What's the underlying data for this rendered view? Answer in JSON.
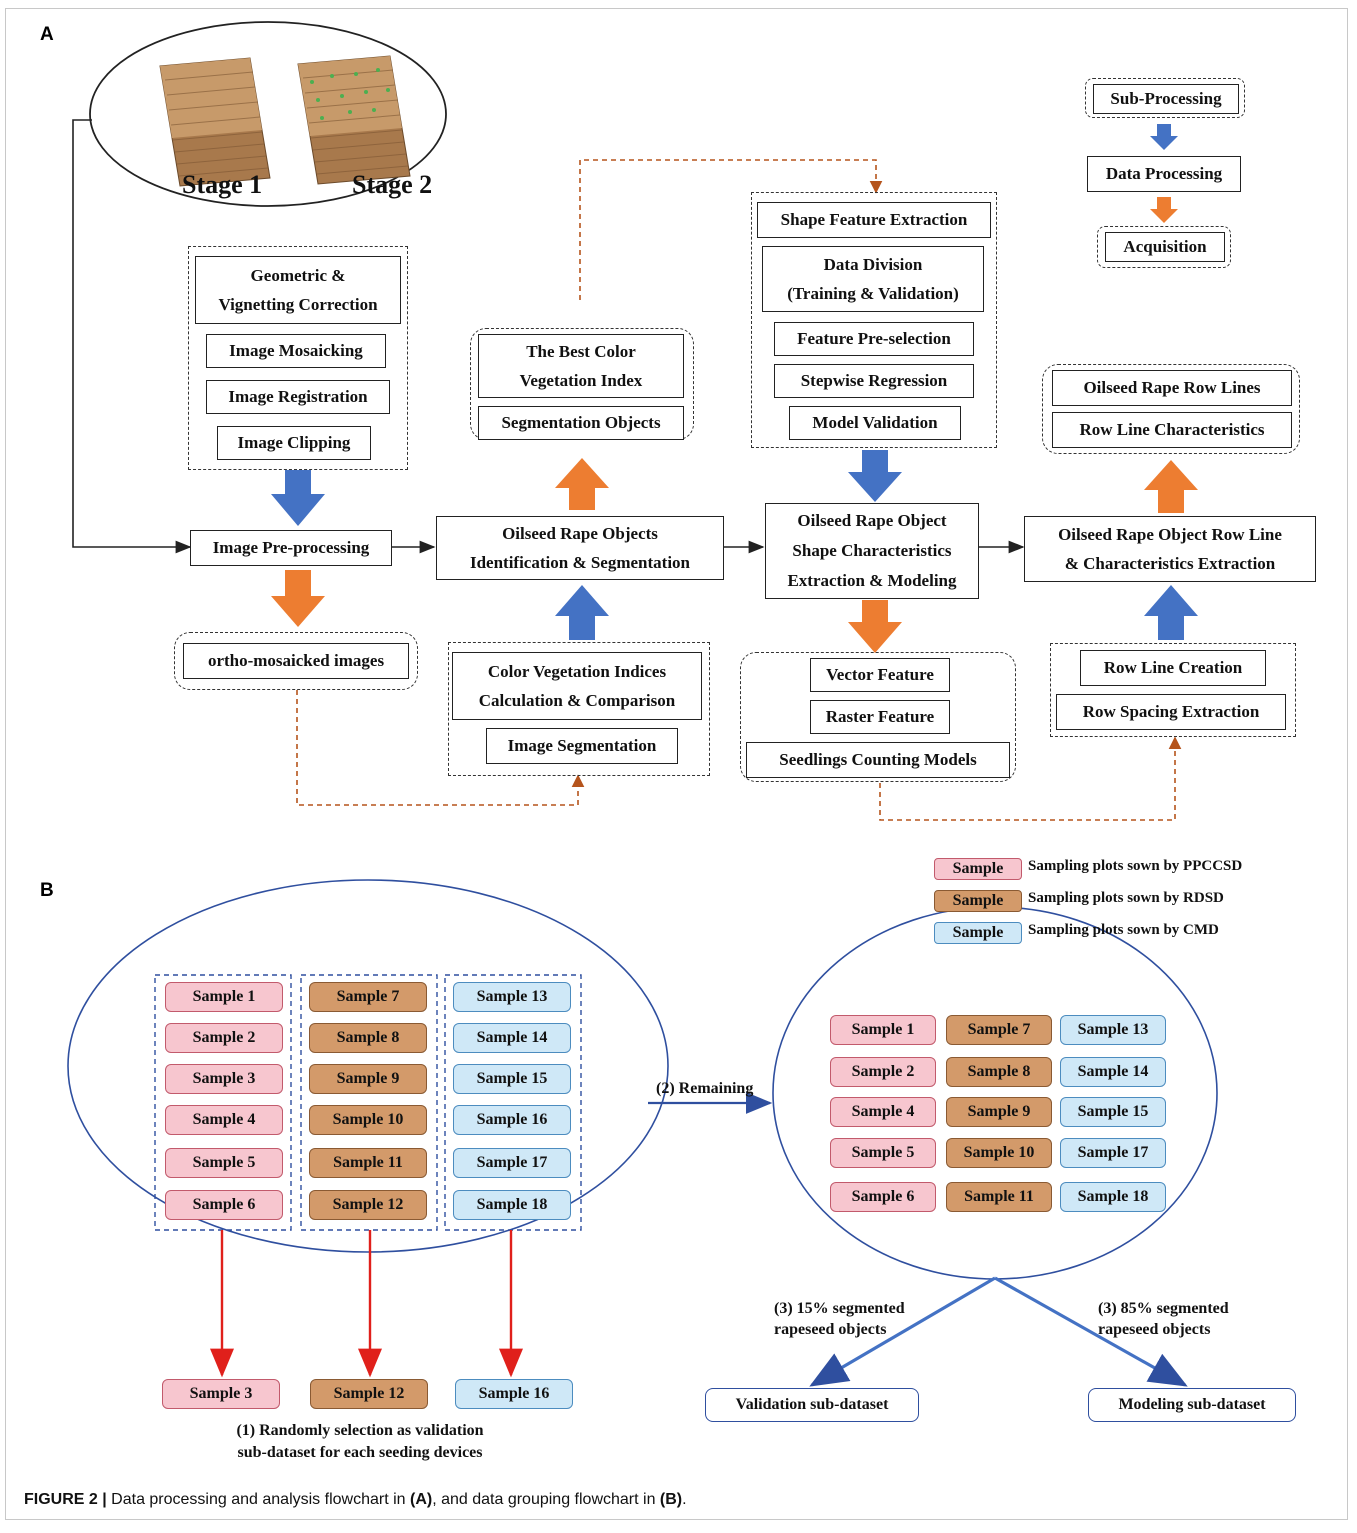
{
  "panels": {
    "a": "A",
    "b": "B"
  },
  "panel_a": {
    "stages": [
      "Stage 1",
      "Stage 2"
    ],
    "legend": {
      "sub_processing": "Sub-Processing",
      "data_processing": "Data Processing",
      "acquisition": "Acquisition"
    },
    "preprocess_steps": [
      "Geometric &\nVignetting Correction",
      "Image Mosaicking",
      "Image Registration",
      "Image Clipping"
    ],
    "image_preprocessing": "Image Pre-processing",
    "ortho_images": "ortho-mosaicked images",
    "identification": "Oilseed Rape Objects\nIdentification & Segmentation",
    "best_color_index": "The Best Color\nVegetation Index",
    "segmentation_objects": "Segmentation Objects",
    "cvi_calc": "Color Vegetation Indices\nCalculation & Comparison",
    "image_segmentation": "Image Segmentation",
    "shape_steps": [
      "Shape Feature Extraction",
      "Data Division\n(Training & Validation)",
      "Feature Pre-selection",
      "Stepwise Regression",
      "Model Validation"
    ],
    "shape_modeling": "Oilseed Rape Object\nShape Characteristics\nExtraction & Modeling",
    "vector_feature": "Vector Feature",
    "raster_feature": "Raster Feature",
    "counting_models": "Seedlings Counting Models",
    "row_line_extraction": "Oilseed Rape Object Row Line\n& Characteristics Extraction",
    "row_lines": "Oilseed Rape Row Lines",
    "row_line_characteristics": "Row Line Characteristics",
    "row_line_creation": "Row Line Creation",
    "row_spacing": "Row Spacing Extraction"
  },
  "panel_b": {
    "legend": [
      {
        "chip": "Sample",
        "text": "Sampling plots sown by PPCCSD"
      },
      {
        "chip": "Sample",
        "text": "Sampling plots sown by RDSD"
      },
      {
        "chip": "Sample",
        "text": "Sampling plots sown by CMD"
      }
    ],
    "all_samples": {
      "pink": [
        "Sample 1",
        "Sample 2",
        "Sample 3",
        "Sample 4",
        "Sample 5",
        "Sample 6"
      ],
      "brown": [
        "Sample 7",
        "Sample 8",
        "Sample 9",
        "Sample 10",
        "Sample 11",
        "Sample 12"
      ],
      "blue": [
        "Sample 13",
        "Sample 14",
        "Sample 15",
        "Sample 16",
        "Sample 17",
        "Sample 18"
      ]
    },
    "remaining_samples": {
      "pink": [
        "Sample 1",
        "Sample 2",
        "Sample 4",
        "Sample 5",
        "Sample 6"
      ],
      "brown": [
        "Sample 7",
        "Sample 8",
        "Sample 9",
        "Sample 10",
        "Sample 11"
      ],
      "blue": [
        "Sample 13",
        "Sample 14",
        "Sample 15",
        "Sample 17",
        "Sample 18"
      ]
    },
    "selected": [
      "Sample 3",
      "Sample 12",
      "Sample 16"
    ],
    "step1": "(1) Randomly selection as validation\nsub-dataset for each seeding devices",
    "step2": "(2) Remaining",
    "step3_left": "(3) 15% segmented\nrapeseed objects",
    "step3_right": "(3) 85% segmented\nrapeseed objects",
    "validation_subset": "Validation sub-dataset",
    "modeling_subset": "Modeling sub-dataset"
  },
  "caption": {
    "prefix": "FIGURE 2 |",
    "part1": " Data processing and analysis flowchart in ",
    "a": "(A)",
    "part2": ", and data grouping flowchart in ",
    "b": "(B)",
    "part3": "."
  },
  "colors": {
    "blue_arrow": "#4472c4",
    "orange_arrow": "#ed7d31",
    "dash_link": "#b5541c",
    "red_arrow": "#e0201b",
    "dark_blue_line": "#2f4f9f",
    "pink": "#f7c6cf",
    "brown": "#d39a6a",
    "light_blue": "#cfe8f7"
  }
}
